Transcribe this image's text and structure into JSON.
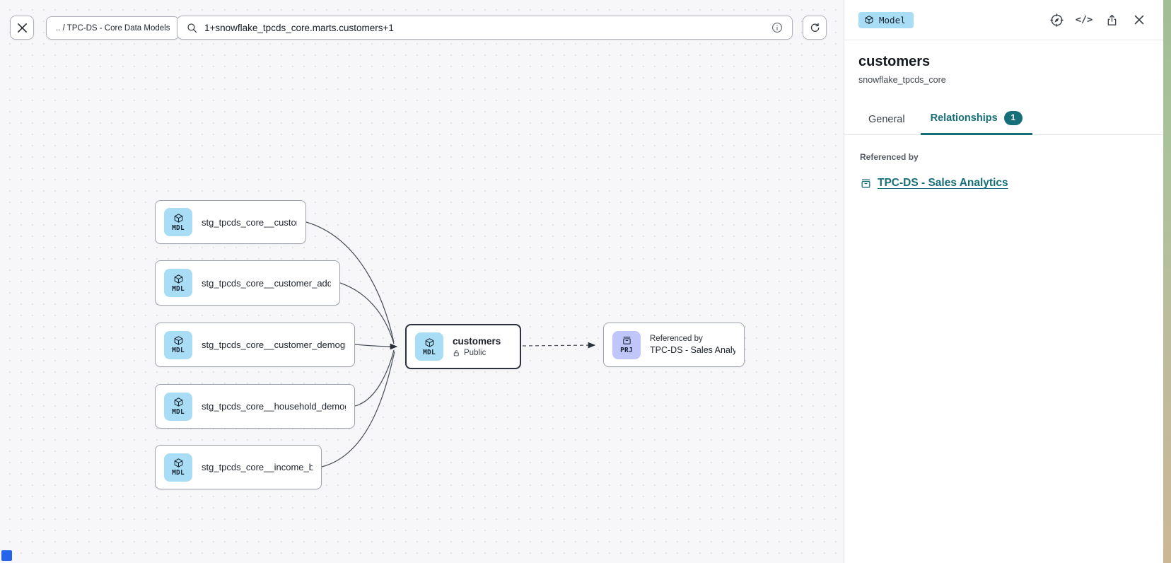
{
  "toolbar": {
    "breadcrumb": ".. / TPC-DS - Core Data Models",
    "search_value": "1+snowflake_tpcds_core.marts.customers+1"
  },
  "panel": {
    "type_badge": "Model",
    "title": "customers",
    "subtitle": "snowflake_tpcds_core",
    "tabs": [
      {
        "label": "General",
        "active": false
      },
      {
        "label": "Relationships",
        "badge": "1",
        "active": true
      }
    ],
    "section_label": "Referenced by",
    "reference_link": "TPC-DS - Sales Analytics"
  },
  "canvas": {
    "nodes": [
      {
        "badge": "MDL",
        "label": "stg_tpcds_core__customer"
      },
      {
        "badge": "MDL",
        "label": "stg_tpcds_core__customer_address"
      },
      {
        "badge": "MDL",
        "label": "stg_tpcds_core__customer_demogra…"
      },
      {
        "badge": "MDL",
        "label": "stg_tpcds_core__household_demogr…"
      },
      {
        "badge": "MDL",
        "label": "stg_tpcds_core__income_band"
      },
      {
        "badge": "MDL",
        "label": "customers",
        "visibility": "Public",
        "selected": true
      },
      {
        "badge": "PRJ",
        "title": "Referenced by",
        "label": "TPC-DS - Sales Analytics"
      }
    ]
  },
  "icons": {
    "close": "x-cross",
    "search": "magnifier",
    "info": "circled-i",
    "refresh": "circular-arrow",
    "model": "cube",
    "project": "drawer",
    "explore": "compass",
    "code_glyph": "</>",
    "share": "box-arrow-up",
    "public": "open-lock"
  },
  "colors": {
    "accent_teal": "#156e78",
    "model_badge_blue": "#a9ddf6",
    "project_badge_purple": "#c0c5fa",
    "selected_node_border": "#2d323e",
    "indicator_blue": "#2563eb",
    "canvas_background": "#f7f7f9"
  }
}
